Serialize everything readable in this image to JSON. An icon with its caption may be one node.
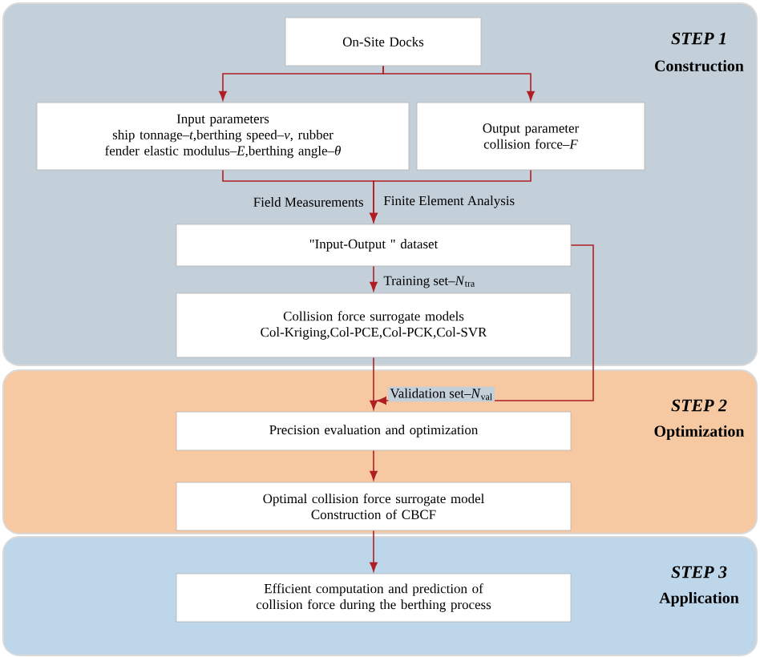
{
  "diagram": {
    "nodes": [
      {
        "text": [
          "*STEP 1*",
          "Construction"
        ]
      },
      {
        "text": [
          "*STEP 2*",
          "Optimization"
        ]
      },
      {
        "text": [
          "*STEP 3*",
          "Application"
        ]
      },
      {
        "text": [
          "On-Site Docks"
        ],
        "in": 0
      },
      {
        "text": [
          "Input parameters",
          "ship tonnage–*t*,berthing speed–*v*, rubber fender elastic modulus–*E*,berthing angle–*θ*"
        ],
        "in": 0
      },
      {
        "text": [
          "Output parameter",
          "collision force–*F*"
        ],
        "in": 0
      },
      {
        "text": [
          "\"Input-Output \" dataset"
        ],
        "in": 0
      },
      {
        "text": [
          "Collision force surrogate models",
          "Col-Kriging,Col-PCE,Col-PCK,Col-SVR"
        ],
        "in": 0
      },
      {
        "text": [
          "Precision evaluation and optimization"
        ],
        "in": 1
      },
      {
        "text": [
          "Optimal collision force surrogate model",
          "Construction of CBCF"
        ],
        "in": 1
      },
      {
        "text": [
          "Efficient computation and prediction of collision force during the berthing process"
        ],
        "in": 2
      }
    ],
    "edges": [
      {
        "from": 3,
        "to": 4,
        "arrow": "to"
      },
      {
        "from": 3,
        "to": 5,
        "arrow": "to"
      },
      {
        "from": 4,
        "to": 6,
        "arrow": "to",
        "label": "Field Measurements"
      },
      {
        "from": 5,
        "to": 6,
        "arrow": "to",
        "label": "Finite Element Analysis"
      },
      {
        "from": 6,
        "to": 7,
        "arrow": "to",
        "label": "Training set–*N*$_{tra}$"
      },
      {
        "from": 7,
        "to": 8,
        "arrow": "to"
      },
      {
        "from": 6,
        "to": 8,
        "arrow": "to",
        "label": "Validation set–*N*$_{val}$"
      },
      {
        "from": 8,
        "to": 9,
        "arrow": "to"
      },
      {
        "from": 9,
        "to": 10,
        "arrow": "to"
      }
    ]
  }
}
